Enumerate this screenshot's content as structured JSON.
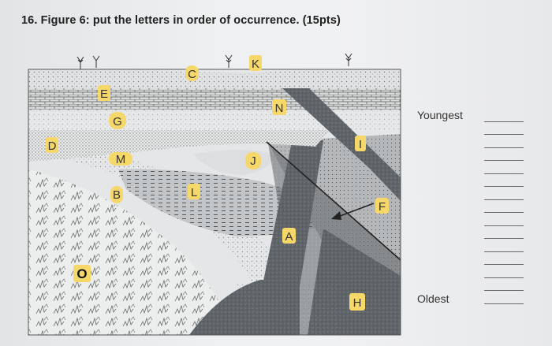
{
  "question": {
    "text": "16. Figure 6: put the letters in order of occurrence. (15pts)"
  },
  "figure": {
    "letters": [
      "C",
      "K",
      "E",
      "N",
      "G",
      "D",
      "M",
      "J",
      "I",
      "L",
      "B",
      "F",
      "A",
      "O",
      "H"
    ]
  },
  "answer_key": {
    "youngest_label": "Youngest",
    "oldest_label": "Oldest",
    "blank_count": 15
  },
  "colors": {
    "highlight": "#f5d76a",
    "dark_rock": "#5f6468",
    "light_rock": "#e4e6e7"
  }
}
